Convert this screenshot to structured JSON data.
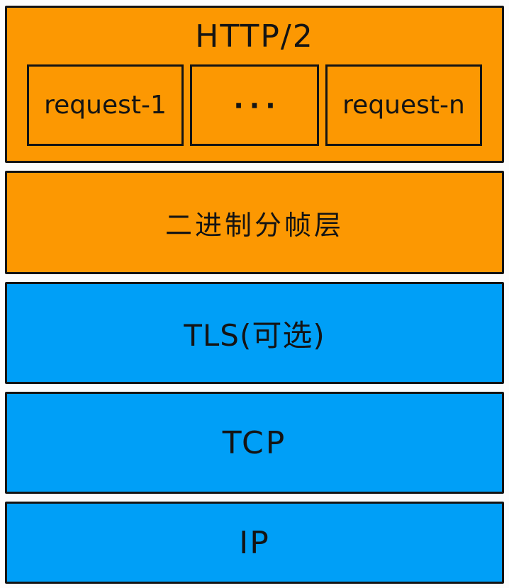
{
  "diagram": {
    "layers": [
      {
        "id": "http2",
        "label": "HTTP/2",
        "fill": "#FC9802",
        "children": [
          "request-1",
          "···",
          "request-n"
        ]
      },
      {
        "id": "binary-framing",
        "label": "二进制分帧层",
        "fill": "#FC9802"
      },
      {
        "id": "tls",
        "label": "TLS(可选)",
        "fill": "#009FF7"
      },
      {
        "id": "tcp",
        "label": "TCP",
        "fill": "#009FF7"
      },
      {
        "id": "ip",
        "label": "IP",
        "fill": "#009FF7"
      }
    ],
    "colors": {
      "orange": "#FC9802",
      "blue": "#009FF7",
      "border": "#141414",
      "background": "#FCFCFC",
      "text": "#141414"
    }
  }
}
